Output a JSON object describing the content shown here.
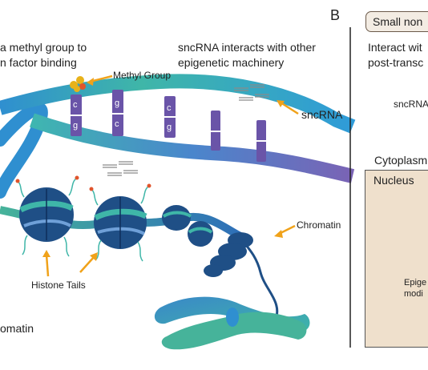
{
  "panel_b": {
    "letter": "B",
    "small_box_text": "Small non",
    "interact_line1": "Interact wit",
    "interact_line2": "post-transc",
    "sncrna_label": "sncRNA",
    "cytoplasm_label": "Cytoplasm",
    "nucleus_label": "Nucleus",
    "epigen_line1": "Epige",
    "epigen_line2": "modi"
  },
  "panel_a": {
    "methyl_text_line1": "a methyl group to",
    "methyl_text_line2": "n factor binding",
    "sncrna_interacts_line1": "sncRNA interacts with other",
    "sncrna_interacts_line2": "epigenetic machinery",
    "methyl_group_label": "Methyl Group",
    "sncrna_label": "sncRNA",
    "chromatin_label": "Chromatin",
    "histone_tails_label": "Histone Tails",
    "bottom_label": "omatin",
    "base_pairs": [
      [
        "c",
        "g"
      ],
      [
        "g",
        "c"
      ],
      [
        "c",
        "g"
      ]
    ]
  },
  "colors": {
    "strand_teal": "#3fb6a8",
    "strand_blue": "#3a7fd0",
    "strand_purple": "#7a63b5",
    "nucleosome": "#1f4f86",
    "arrow": "#f0a21a",
    "methyl": "#e8b21a",
    "cytoplasm_fill": "#efe0cc"
  }
}
